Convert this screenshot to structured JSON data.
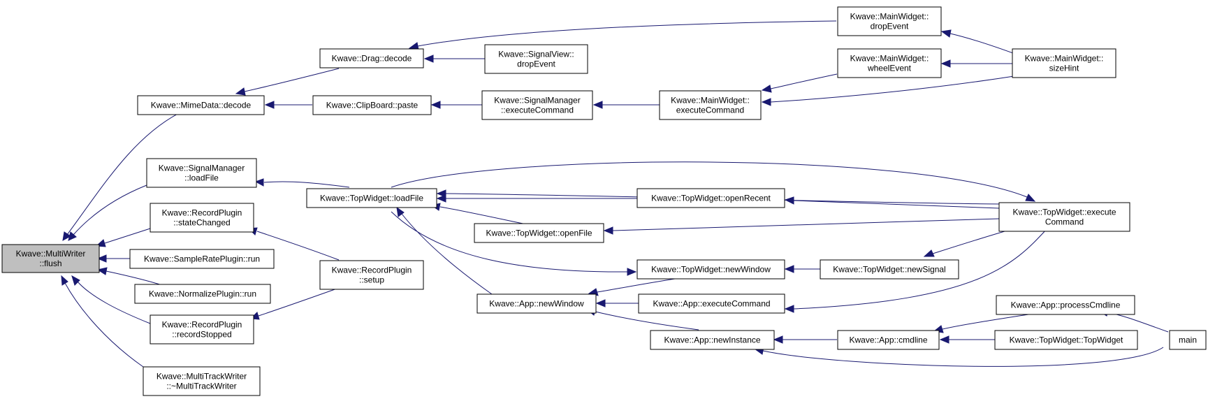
{
  "nodes": [
    {
      "id": "multiwriter_flush",
      "lines": [
        "Kwave::MultiWriter",
        "::flush"
      ],
      "root": true
    },
    {
      "id": "mimedata_decode",
      "lines": [
        "Kwave::MimeData::decode"
      ]
    },
    {
      "id": "drag_decode",
      "lines": [
        "Kwave::Drag::decode"
      ]
    },
    {
      "id": "signalview_dropevent",
      "lines": [
        "Kwave::SignalView::",
        "dropEvent"
      ]
    },
    {
      "id": "mainwidget_dropevent",
      "lines": [
        "Kwave::MainWidget::",
        "dropEvent"
      ]
    },
    {
      "id": "mainwidget_sizehint",
      "lines": [
        "Kwave::MainWidget::",
        "sizeHint"
      ]
    },
    {
      "id": "clipboard_paste",
      "lines": [
        "Kwave::ClipBoard::paste"
      ]
    },
    {
      "id": "signalmanager_executecommand",
      "lines": [
        "Kwave::SignalManager",
        "::executeCommand"
      ]
    },
    {
      "id": "mainwidget_executecommand",
      "lines": [
        "Kwave::MainWidget::",
        "executeCommand"
      ]
    },
    {
      "id": "mainwidget_wheelevent",
      "lines": [
        "Kwave::MainWidget::",
        "wheelEvent"
      ]
    },
    {
      "id": "signalmanager_loadfile",
      "lines": [
        "Kwave::SignalManager",
        "::loadFile"
      ]
    },
    {
      "id": "topwidget_loadfile",
      "lines": [
        "Kwave::TopWidget::loadFile"
      ]
    },
    {
      "id": "topwidget_openrecent",
      "lines": [
        "Kwave::TopWidget::openRecent"
      ]
    },
    {
      "id": "topwidget_executecommand",
      "lines": [
        "Kwave::TopWidget::execute",
        "Command"
      ]
    },
    {
      "id": "topwidget_openfile",
      "lines": [
        "Kwave::TopWidget::openFile"
      ]
    },
    {
      "id": "recordplugin_statechanged",
      "lines": [
        "Kwave::RecordPlugin",
        "::stateChanged"
      ]
    },
    {
      "id": "recordplugin_setup",
      "lines": [
        "Kwave::RecordPlugin",
        "::setup"
      ]
    },
    {
      "id": "sampleratep_run",
      "lines": [
        "Kwave::SampleRatePlugin::run"
      ]
    },
    {
      "id": "normalizeplugin_run",
      "lines": [
        "Kwave::NormalizePlugin::run"
      ]
    },
    {
      "id": "recordplugin_recordstopped",
      "lines": [
        "Kwave::RecordPlugin",
        "::recordStopped"
      ]
    },
    {
      "id": "multitrackwriter_dtor",
      "lines": [
        "Kwave::MultiTrackWriter",
        "::~MultiTrackWriter"
      ]
    },
    {
      "id": "topwidget_newwindow",
      "lines": [
        "Kwave::TopWidget::newWindow"
      ]
    },
    {
      "id": "topwidget_newsignal",
      "lines": [
        "Kwave::TopWidget::newSignal"
      ]
    },
    {
      "id": "app_newwindow",
      "lines": [
        "Kwave::App::newWindow"
      ]
    },
    {
      "id": "app_executecommand",
      "lines": [
        "Kwave::App::executeCommand"
      ]
    },
    {
      "id": "app_newinstance",
      "lines": [
        "Kwave::App::newInstance"
      ]
    },
    {
      "id": "app_cmdline",
      "lines": [
        "Kwave::App::cmdline"
      ]
    },
    {
      "id": "app_processcmdline",
      "lines": [
        "Kwave::App::processCmdline"
      ]
    },
    {
      "id": "topwidget_topwidget",
      "lines": [
        "Kwave::TopWidget::TopWidget"
      ]
    },
    {
      "id": "main",
      "lines": [
        "main"
      ]
    }
  ]
}
